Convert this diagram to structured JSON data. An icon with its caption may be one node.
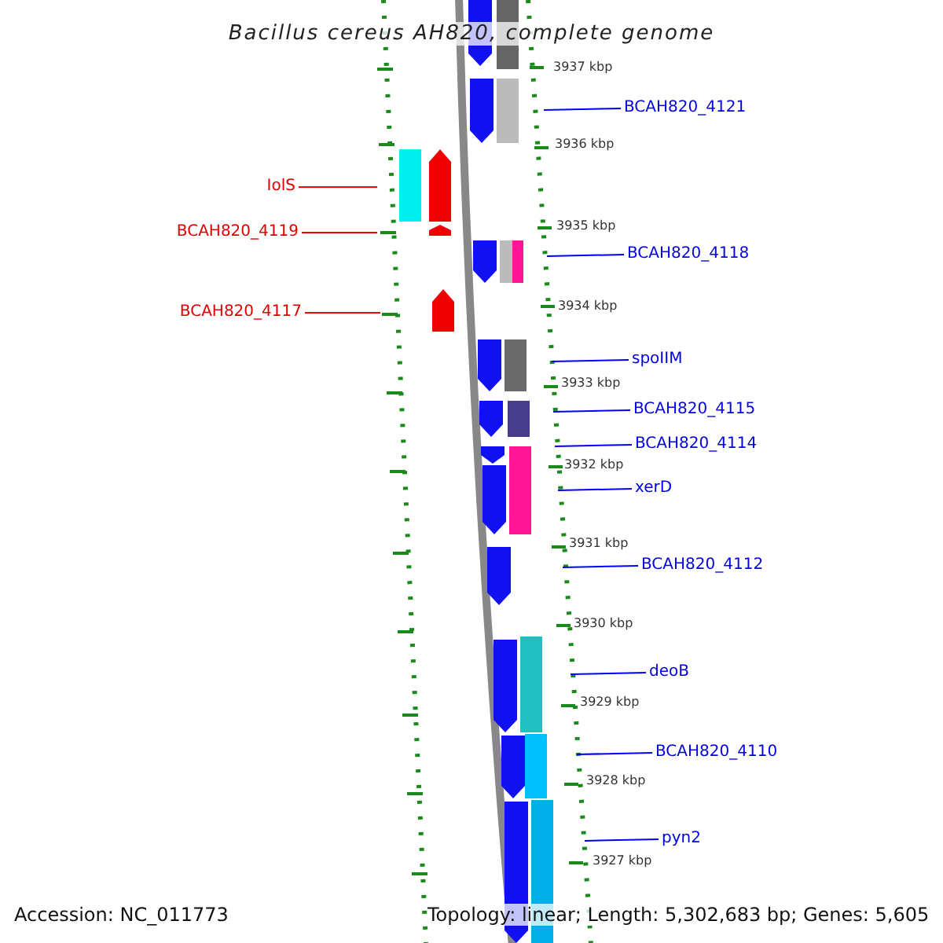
{
  "diagram": {
    "title": "Bacillus cereus AH820, complete genome",
    "nodes": [
      {
        "text": [
          "IolS"
        ]
      },
      {
        "text": [
          "BCAH820_4119"
        ]
      },
      {
        "text": [
          "BCAH820_4117"
        ]
      },
      {
        "text": [
          "BCAH820_4121"
        ]
      },
      {
        "text": [
          "BCAH820_4118"
        ]
      },
      {
        "text": [
          "spoIIM"
        ]
      },
      {
        "text": [
          "BCAH820_4115"
        ]
      },
      {
        "text": [
          "BCAH820_4114"
        ]
      },
      {
        "text": [
          "xerD"
        ]
      },
      {
        "text": [
          "BCAH820_4112"
        ]
      },
      {
        "text": [
          "deoB"
        ]
      },
      {
        "text": [
          "BCAH820_4110"
        ]
      },
      {
        "text": [
          "pyn2"
        ]
      }
    ],
    "edges": [
      {
        "from": 0,
        "to": null,
        "arrow": "none",
        "color": "#ff0000"
      },
      {
        "from": 1,
        "to": null,
        "arrow": "none",
        "color": "#ff0000"
      },
      {
        "from": 2,
        "to": null,
        "arrow": "none",
        "color": "#ff0000"
      },
      {
        "from": 3,
        "to": null,
        "arrow": "none"
      },
      {
        "from": 4,
        "to": null,
        "arrow": "none"
      },
      {
        "from": 5,
        "to": null,
        "arrow": "none"
      },
      {
        "from": 6,
        "to": null,
        "arrow": "none"
      },
      {
        "from": 7,
        "to": null,
        "arrow": "none"
      },
      {
        "from": 8,
        "to": null,
        "arrow": "none"
      },
      {
        "from": 9,
        "to": null,
        "arrow": "none"
      },
      {
        "from": 10,
        "to": null,
        "arrow": "none"
      },
      {
        "from": 11,
        "to": null,
        "arrow": "none"
      },
      {
        "from": 12,
        "to": null,
        "arrow": "none"
      }
    ],
    "labels": [
      "3937 kbp",
      "3936 kbp",
      "3935 kbp",
      "3934 kbp",
      "3933 kbp",
      "3932 kbp",
      "3931 kbp",
      "3930 kbp",
      "3929 kbp",
      "3928 kbp",
      "3927 kbp",
      "Accession: NC_011773",
      "Topology: linear; Length: 5,302,683 bp; Genes: 5,605"
    ]
  }
}
